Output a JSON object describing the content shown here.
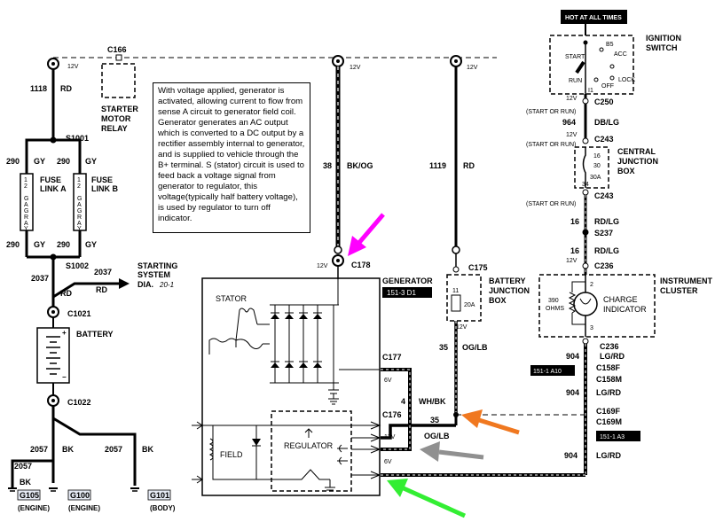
{
  "hot_banner": "HOT AT ALL TIMES",
  "ignition": {
    "title1": "IGNITION",
    "title2": "SWITCH",
    "b5": "B5",
    "start": "START",
    "acc": "ACC",
    "run": "RUN",
    "off": "OFF",
    "lock": "LOCK",
    "i1": "I1"
  },
  "voltage": {
    "v12": "12V",
    "v6": "6V",
    "start_or_run": "(START OR RUN)"
  },
  "c166": "C166",
  "starter_relay": {
    "l1": "STARTER",
    "l2": "MOTOR",
    "l3": "RELAY"
  },
  "wire_1118": "1118",
  "rd": "RD",
  "s1001": "S1001",
  "wire_290": "290",
  "gy": "GY",
  "fuse_a": {
    "l1": "FUSE",
    "l2": "LINK A"
  },
  "fuse_b": {
    "l1": "FUSE",
    "l2": "LINK B"
  },
  "fuse_gauge": [
    "1",
    "2",
    "",
    "G",
    "A",
    "G",
    "R",
    "A",
    "Y"
  ],
  "s1002": "S1002",
  "wire_2037": "2037",
  "starting": {
    "l1": "STARTING",
    "l2": "SYSTEM",
    "l3": "DIA.",
    "page": "20-1"
  },
  "c1021": "C1021",
  "battery": "BATTERY",
  "c1022": "C1022",
  "wire_2057": "2057",
  "bk": "BK",
  "grounds": [
    {
      "id": "G105",
      "where": "(ENGINE)"
    },
    {
      "id": "G100",
      "where": "(ENGINE)"
    },
    {
      "id": "G101",
      "where": "(BODY)"
    }
  ],
  "note_text": "With voltage applied, generator is activated, allowing current to flow from sense A circuit to  generator field coil. Generator generates an AC output which is converted to a DC output by a rectifier assembly internal to generator, and is supplied to vehicle through the B+ terminal. S (stator) circuit is used to feed back a voltage signal from generator  to regulator, this voltage(typically half battery voltage), is used by regulator to turn off indicator.",
  "wire_38": "38",
  "bk_og": "BK/OG",
  "wire_1119": "1119",
  "c178": "C178",
  "c175": "C175",
  "bjb": {
    "l1": "BATTERY",
    "l2": "JUNCTION",
    "l3": "BOX",
    "fuse_no": "11",
    "fuse_amp": "20A"
  },
  "generator": {
    "title": "GENERATOR",
    "ref": "151-3 D1"
  },
  "stator": "STATOR",
  "field": "FIELD",
  "regulator": "REGULATOR",
  "c177": "C177",
  "c176": "C176",
  "wire_4": "4",
  "wh_bk": "WH/BK",
  "wire_35": "35",
  "og_lb": "OG/LB",
  "c250": "C250",
  "wire_964": "964",
  "db_lg": "DB/LG",
  "c243": "C243",
  "cjb": {
    "l1": "CENTRAL",
    "l2": "JUNCTION",
    "l3": "BOX",
    "p16": "16",
    "p30": "30",
    "amp": "30A",
    "p34": "34"
  },
  "wire_16": "16",
  "rd_lg": "RD/LG",
  "s237": "S237",
  "c236": "C236",
  "cluster": {
    "l1": "INSTRUMENT",
    "l2": "CLUSTER",
    "res1": "390",
    "res2": "OHMS",
    "ind1": "CHARGE",
    "ind2": "INDICATOR",
    "p2": "2",
    "p3": "3"
  },
  "wire_904": "904",
  "lg_rd": "LG/RD",
  "c158f": "C158F",
  "c158m": "C158M",
  "c169f": "C169F",
  "c169m": "C169M",
  "ref_a10": "151-1 A10",
  "ref_a3": "151-1 A3",
  "arrow_colors": {
    "magenta": "#ff00ff",
    "orange": "#f07820",
    "gray": "#909090",
    "green": "#33ee33"
  }
}
